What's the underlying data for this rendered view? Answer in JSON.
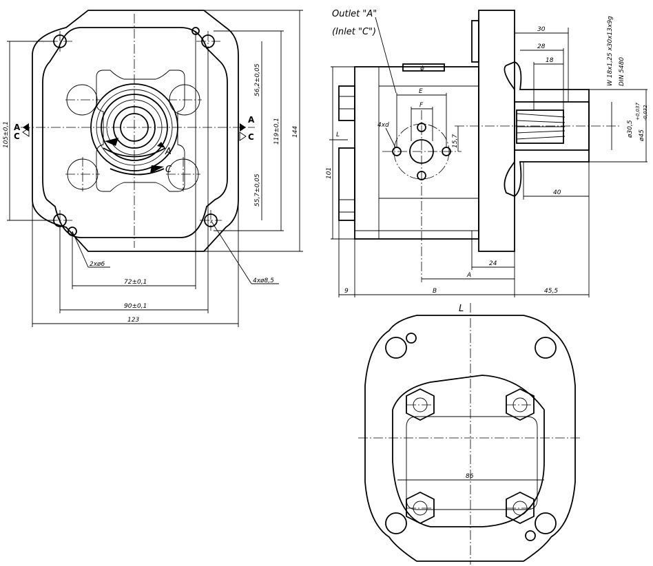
{
  "front_view": {
    "dim_72": "72±0,1",
    "dim_90": "90±0,1",
    "dim_123": "123",
    "dim_144": "144",
    "dim_105": "105±0,1",
    "dim_119": "119±0,1",
    "dim_56_2": "56,2±0,05",
    "dim_55_7": "55,7±0,05",
    "holes_small": "2xø6",
    "holes_large": "4xø8,5",
    "rotation_a": "A",
    "rotation_c": "C",
    "section_a_left": "A",
    "section_c_left": "C",
    "section_a_right": "A",
    "section_c_right": "C"
  },
  "side_view": {
    "outlet_label": "Outlet \"A\"",
    "inlet_label": "(Inlet \"C\")",
    "dim_e": "E",
    "dim_f": "F",
    "dim_4xd": "4xd",
    "dim_15_7": "15,7",
    "dim_l": "L",
    "dim_101": "101",
    "dim_30": "30",
    "dim_28": "28",
    "dim_18": "18",
    "spline_spec": "W 18x1,25 x30x13x9g",
    "spline_std": "DIN 5480",
    "dim_30_5": "ø30,5",
    "dim_45": "ø45",
    "dim_45_tol_upper": "+0,037",
    "dim_45_tol_lower": "-0,032",
    "dim_40": "40",
    "dim_24": "24",
    "dim_a": "A",
    "dim_b": "B",
    "dim_9": "9",
    "dim_45_5": "45,5"
  },
  "rear_view": {
    "label_l": "L",
    "dim_86": "86"
  }
}
